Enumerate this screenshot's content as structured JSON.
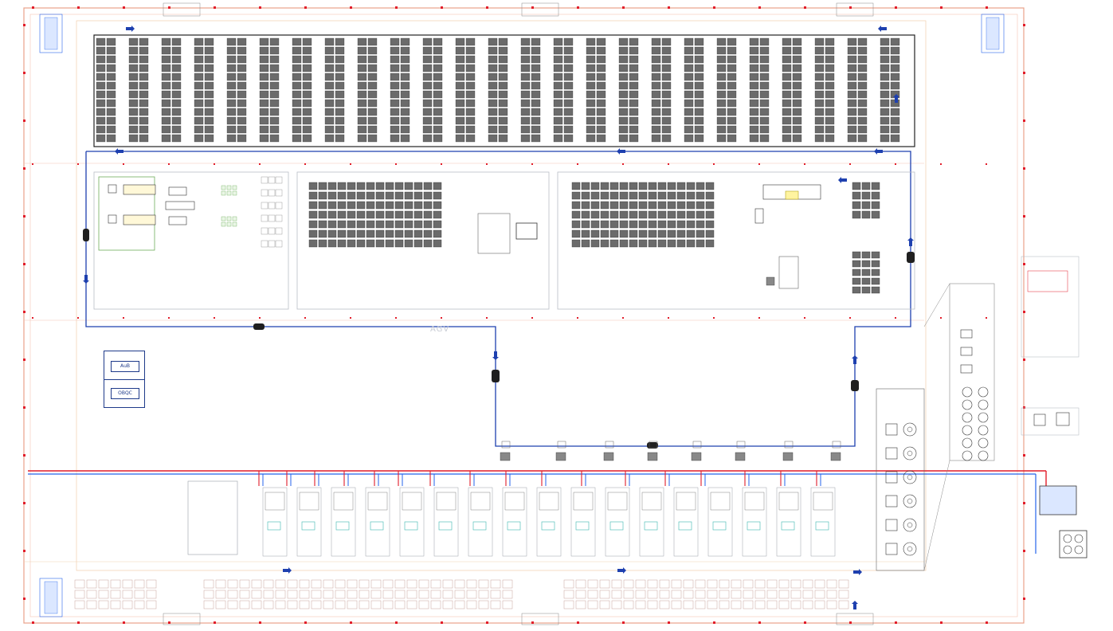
{
  "legend": {
    "item_1": "AuB",
    "item_2": "OBQC"
  },
  "agv_route_label": "AGV",
  "colors": {
    "route": "#1e40af",
    "pipe_red": "#e11d2a",
    "pipe_blue": "#2563eb",
    "wall": "#e8a28a",
    "rack": "#6b6b6b",
    "rack_pink": "#b98a86"
  }
}
